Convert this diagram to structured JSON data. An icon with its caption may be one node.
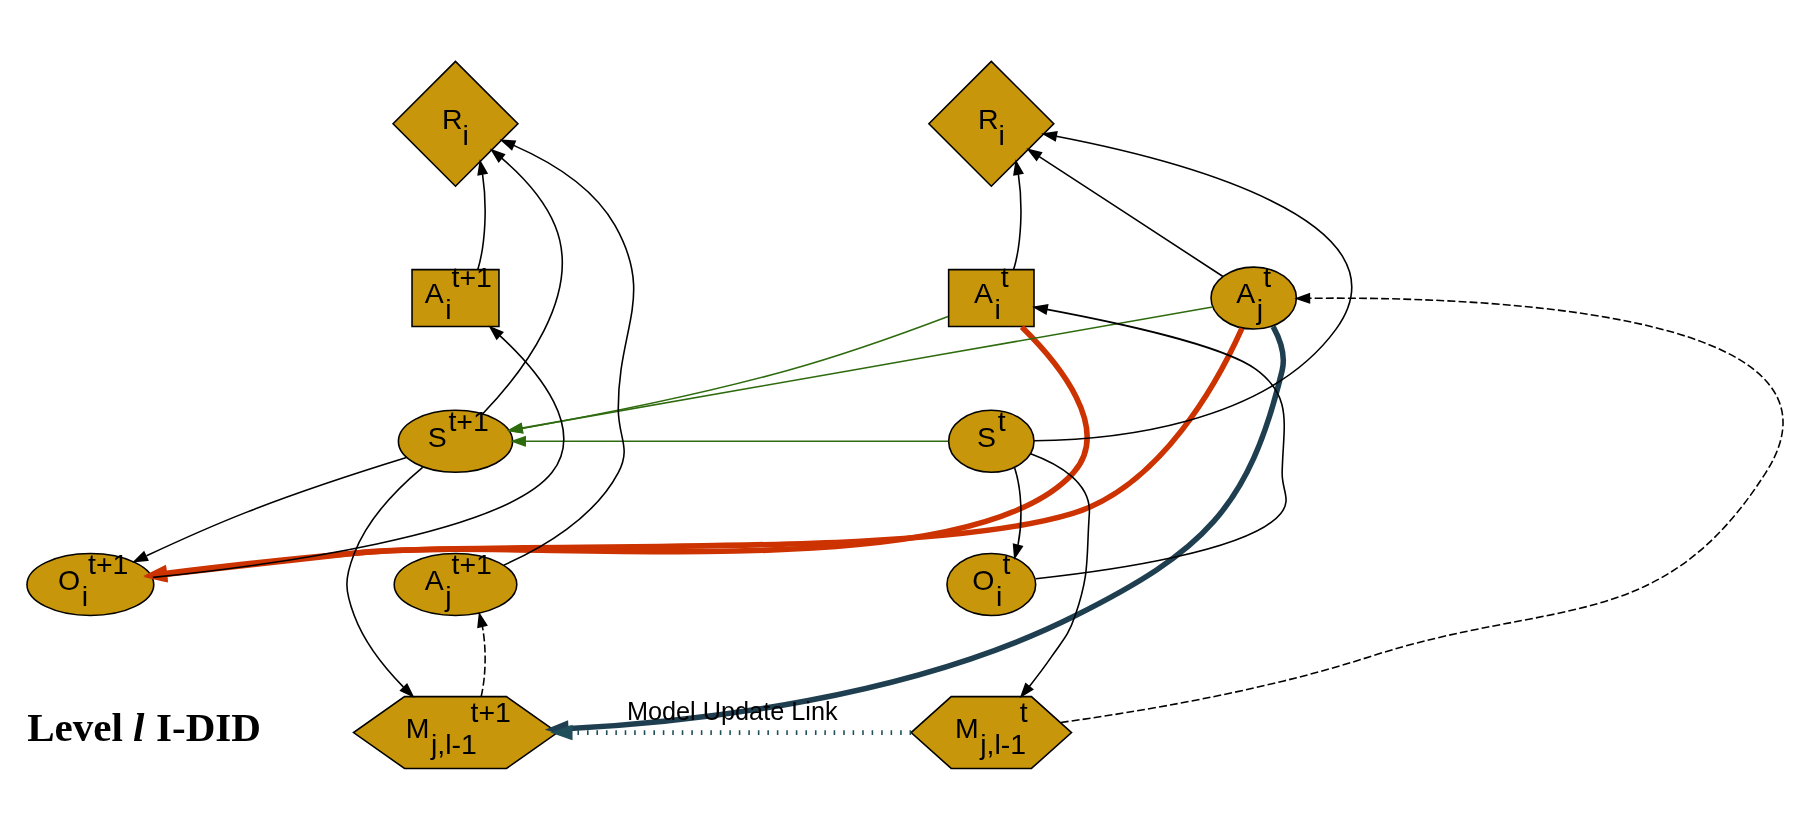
{
  "diagram": {
    "nodes": [
      {
        "text": [
          "A$_{i}$$^{t}$"
        ]
      },
      {
        "text": [
          "R$_{i}$"
        ]
      },
      {
        "text": [
          "A$_{j}$$^{t}$"
        ]
      },
      {
        "text": [
          "S$^{t}$"
        ]
      },
      {
        "text": [
          "O$_{i}$$^{t}$"
        ]
      },
      {
        "text": [
          "M$_{j,l-1}$$^{t}$"
        ]
      },
      {
        "text": [
          "A$_{i}$$^{t+1}$"
        ]
      },
      {
        "text": [
          "R$_{i}$"
        ]
      },
      {
        "text": [
          "S$^{t+1}$"
        ]
      },
      {
        "text": [
          "O$_{i}$$^{t+1}$"
        ]
      },
      {
        "text": [
          "M$_{j,l-1}$$^{t+1}$"
        ]
      },
      {
        "text": [
          "A$_{j}$$^{t+1}$"
        ]
      }
    ],
    "edges": [
      {
        "from": 0,
        "to": 1,
        "arrow": "to"
      },
      {
        "from": 3,
        "to": 1,
        "arrow": "to"
      },
      {
        "from": 2,
        "to": 1,
        "arrow": "to"
      },
      {
        "from": 4,
        "to": 0,
        "arrow": "to"
      },
      {
        "from": 3,
        "to": 4,
        "arrow": "to"
      },
      {
        "from": 3,
        "to": 5,
        "arrow": "to"
      },
      {
        "from": 5,
        "to": 2,
        "arrow": "to",
        "style": "dashed"
      },
      {
        "from": 0,
        "to": 8,
        "arrow": "to",
        "color": "#2e6b0e"
      },
      {
        "from": 0,
        "to": 9,
        "arrow": "to",
        "style": "thick",
        "color": "#cc3300"
      },
      {
        "from": 2,
        "to": 8,
        "arrow": "to",
        "color": "#2e6b0e"
      },
      {
        "from": 3,
        "to": 8,
        "arrow": "to",
        "color": "#2e6b0e"
      },
      {
        "from": 2,
        "to": 9,
        "arrow": "to",
        "style": "thick",
        "color": "#cc3300"
      },
      {
        "from": 2,
        "to": 10,
        "arrow": "to",
        "style": "thick",
        "color": "#1f3f50"
      },
      {
        "from": 5,
        "to": 10,
        "arrow": "to",
        "style": "dashed",
        "color": "#1f4f5a",
        "label": "Model Update Link"
      },
      {
        "from": 9,
        "to": 6,
        "arrow": "to"
      },
      {
        "from": 6,
        "to": 7,
        "arrow": "to"
      },
      {
        "from": 8,
        "to": 7,
        "arrow": "to"
      },
      {
        "from": 11,
        "to": 7,
        "arrow": "to"
      },
      {
        "from": 8,
        "to": 9,
        "arrow": "to"
      },
      {
        "from": 8,
        "to": 10,
        "arrow": "to"
      },
      {
        "from": 10,
        "to": 11,
        "arrow": "to",
        "style": "dashed"
      }
    ],
    "labels": [
      "Level *l* I-DID"
    ]
  }
}
